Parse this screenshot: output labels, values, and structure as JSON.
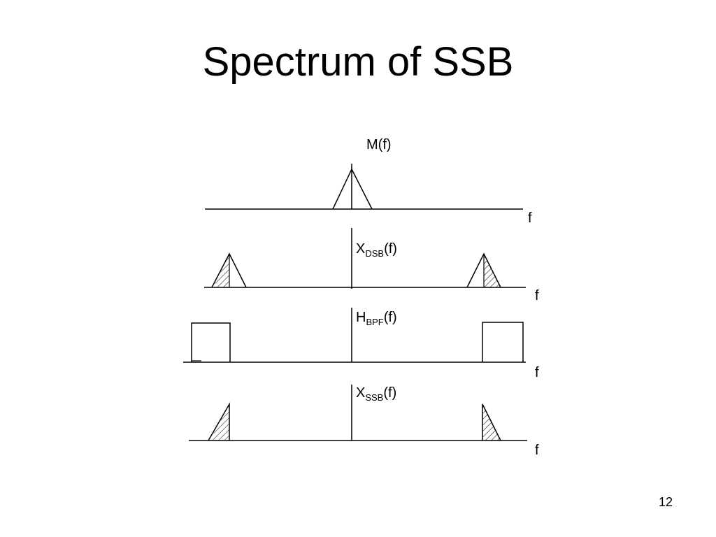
{
  "slide": {
    "title": "Spectrum of SSB",
    "page_number": "12"
  },
  "panels": {
    "message": {
      "label": "M(f)",
      "axis_label": "f"
    },
    "dsb": {
      "label_main": "X",
      "label_sub": "DSB",
      "label_tail": "(f)",
      "axis_label": "f"
    },
    "bpf": {
      "label_main": "H",
      "label_sub": "BPF",
      "label_tail": "(f)",
      "axis_label": "f"
    },
    "ssb": {
      "label_main": "X",
      "label_sub": "SSB",
      "label_tail": "(f)",
      "axis_label": "f"
    }
  }
}
